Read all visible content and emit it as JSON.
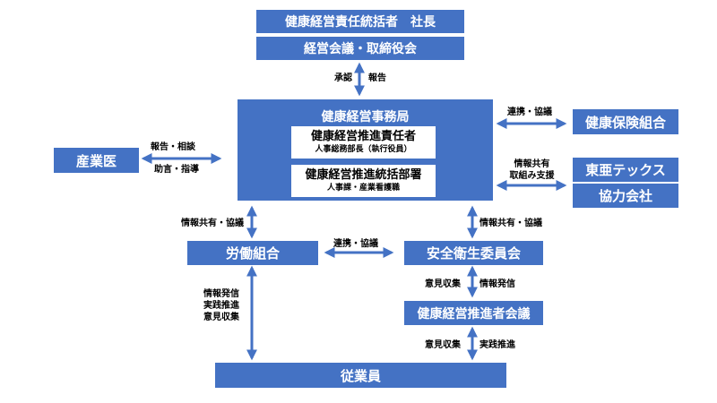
{
  "boxes": {
    "ceo": "健康経営責任統括者　社長",
    "board": "経営会議・取締役会",
    "office_title": "健康経営事務局",
    "promoter_title": "健康経営推進責任者",
    "promoter_sub": "人事総務部長（執行役員）",
    "dept_title": "健康経営推進統括部署",
    "dept_sub": "人事課・産業看護職",
    "insurance": "健康保険組合",
    "physician": "産業医",
    "toa": "東亜テックス",
    "partner": "協力会社",
    "union": "労働組合",
    "safety": "安全衛生委員会",
    "meeting": "健康経営推進者会議",
    "employees": "従業員"
  },
  "labels": {
    "approve": "承認",
    "report": "報告",
    "liaise_insurance": "連携・協議",
    "report_consult": "報告・相談",
    "advice_guidance": "助言・指導",
    "share_info_line1": "情報共有",
    "share_info_line2": "取組み支援",
    "union_share": "情報共有・協議",
    "safety_share": "情報共有・協議",
    "union_safety": "連携・協議",
    "info_send_line1": "情報発信",
    "info_send_line2": "実践推進",
    "info_send_line3": "意見収集",
    "opinion1": "意見収集",
    "info_send": "情報発信",
    "opinion2": "意見収集",
    "practice": "実践推進"
  },
  "colors": {
    "box_fill": "#4472c4",
    "arrow": "#4472c4",
    "text_light": "#ffffff",
    "text_dark": "#000000"
  }
}
